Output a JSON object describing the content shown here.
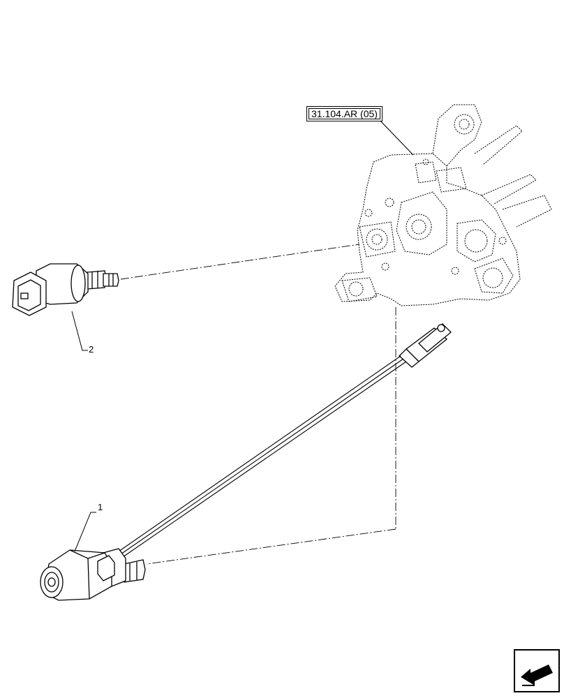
{
  "reference": {
    "label": "31.104.AR (05)"
  },
  "callouts": [
    {
      "id": "1",
      "label": "1"
    },
    {
      "id": "2",
      "label": "2"
    }
  ],
  "colors": {
    "line": "#000000",
    "background": "#ffffff"
  },
  "icons": {
    "navigation": "arrow-return-icon"
  }
}
